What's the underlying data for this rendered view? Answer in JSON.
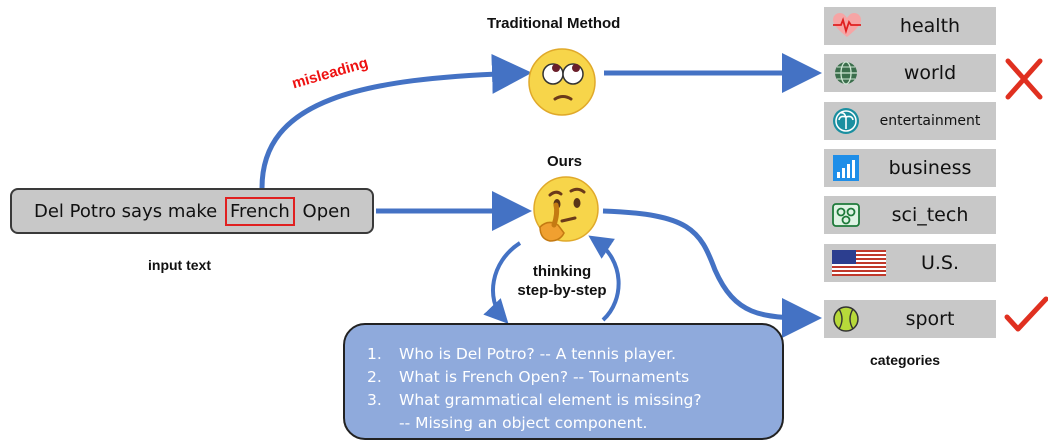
{
  "input": {
    "before": "Del Potro says make ",
    "highlight": "French",
    "after": " Open",
    "caption": "input text"
  },
  "traditional": {
    "title": "Traditional Method",
    "misleading": "misleading"
  },
  "ours": {
    "title": "Ours",
    "thinking_line1": "thinking",
    "thinking_line2": "step-by-step"
  },
  "reasoning": [
    {
      "num": "1.",
      "text": "Who is Del Potro? -- A tennis player."
    },
    {
      "num": "2.",
      "text": "What is French Open? -- Tournaments"
    },
    {
      "num": "3.",
      "text": "What grammatical element is missing?"
    },
    {
      "num": "",
      "text": "-- Missing an object component."
    }
  ],
  "categories": {
    "caption": "categories",
    "items": [
      {
        "label": "health",
        "icon": "heartbeat-icon"
      },
      {
        "label": "world",
        "icon": "globe-icon"
      },
      {
        "label": "entertainment",
        "icon": "beach-icon"
      },
      {
        "label": "business",
        "icon": "bar-chart-icon"
      },
      {
        "label": "sci_tech",
        "icon": "molecule-icon"
      },
      {
        "label": "U.S.",
        "icon": "us-flag-icon"
      },
      {
        "label": "sport",
        "icon": "baseball-icon"
      }
    ]
  },
  "marks": {
    "wrong": "cross-icon",
    "right": "check-icon"
  },
  "colors": {
    "arrow": "#4472c4",
    "box": "#c8c8c8",
    "reasoning": "#8faadc",
    "accent_red": "#ee1111"
  }
}
